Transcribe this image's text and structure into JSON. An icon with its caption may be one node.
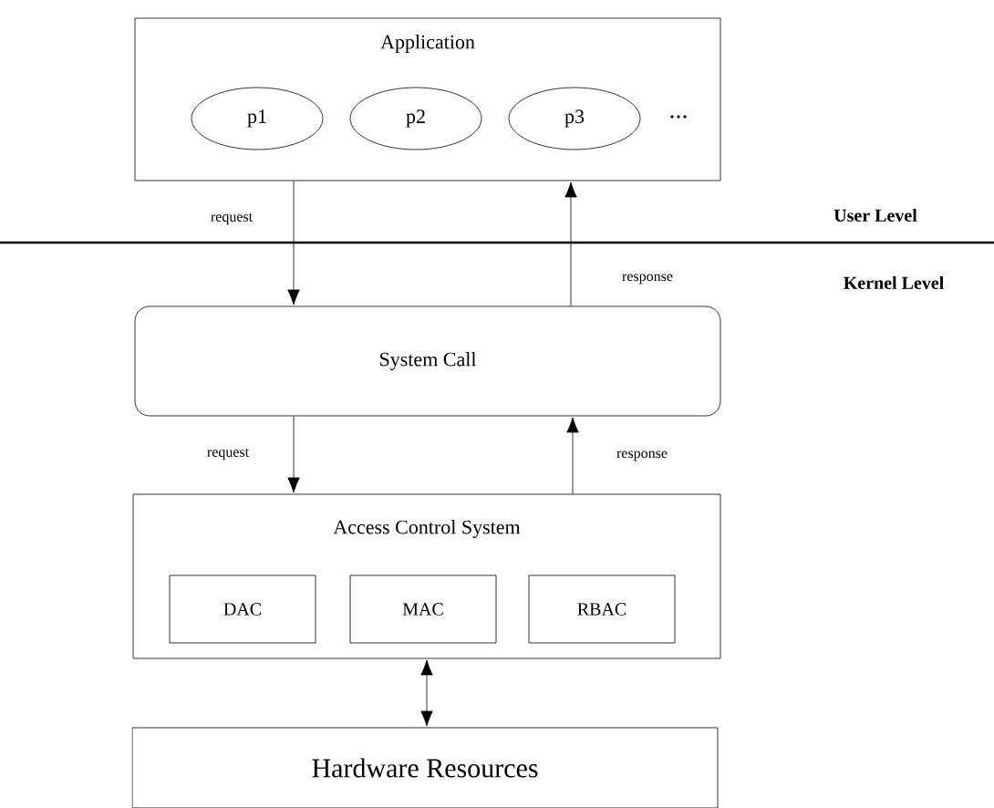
{
  "diagram": {
    "nodes": [
      {
        "text": [
          "Application"
        ]
      },
      {
        "text": [
          "p1"
        ],
        "in": 0
      },
      {
        "text": [
          "p2"
        ],
        "in": 0
      },
      {
        "text": [
          "p3"
        ],
        "in": 0
      },
      {
        "text": [
          "System Call"
        ]
      },
      {
        "text": [
          "Access Control System"
        ]
      },
      {
        "text": [
          "DAC"
        ],
        "in": 5
      },
      {
        "text": [
          "MAC"
        ],
        "in": 5
      },
      {
        "text": [
          "RBAC"
        ],
        "in": 5
      },
      {
        "text": [
          "Hardware Resources"
        ]
      }
    ],
    "edges": [
      {
        "from": 0,
        "to": 4,
        "arrow": "to",
        "label": "request"
      },
      {
        "from": 4,
        "to": 0,
        "arrow": "to",
        "label": "response"
      },
      {
        "from": 4,
        "to": 5,
        "arrow": "to",
        "label": "request"
      },
      {
        "from": 5,
        "to": 4,
        "arrow": "to",
        "label": "response"
      },
      {
        "from": 5,
        "to": 9,
        "arrow": "both"
      }
    ],
    "labels": [
      "...",
      "User Level",
      "Kernel Level"
    ]
  }
}
